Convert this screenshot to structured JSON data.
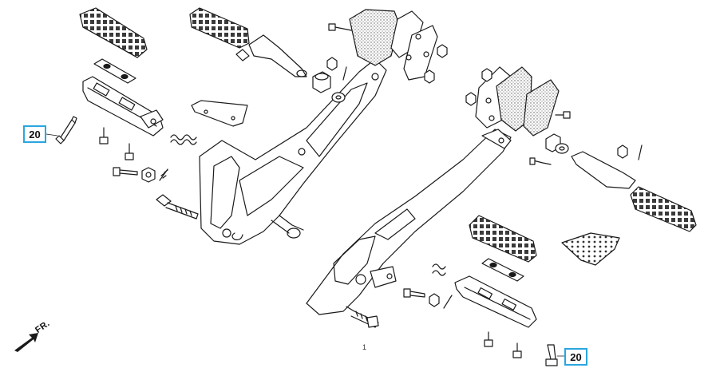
{
  "callouts": [
    {
      "label": "20",
      "side": "left"
    },
    {
      "label": "20",
      "side": "right"
    }
  ],
  "direction_label": "FR.",
  "page_mark": "1",
  "colors": {
    "line": "#1a1a1a",
    "callout_border": "#2aa6e0",
    "background": "#ffffff"
  },
  "icons": {
    "front_arrow": "arrow-front-icon"
  }
}
